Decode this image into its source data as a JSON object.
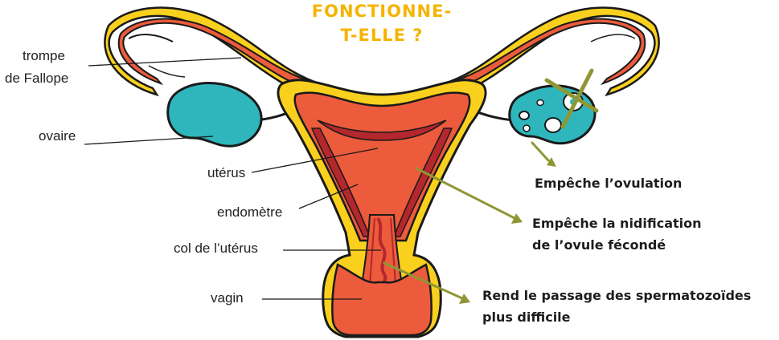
{
  "title": {
    "line1": "FONCTIONNE-",
    "line2": "T-ELLE ?"
  },
  "labels": {
    "trompe_line1": "trompe",
    "trompe_line2": "de Fallope",
    "ovaire": "ovaire",
    "uterus": "utérus",
    "endometre": "endomètre",
    "col": "col de l’utérus",
    "vagin": "vagin"
  },
  "effects": {
    "ovulation": "Empêche l’ovulation",
    "nidification_line1": "Empêche la nidification",
    "nidification_line2": "de l’ovule fécondé",
    "passage_line1": "Rend le passage des spermatozoïdes",
    "passage_line2": "plus difficile"
  },
  "colors": {
    "yellow": "#f9d01e",
    "orange_red": "#ec5b3c",
    "dark_red": "#b4272c",
    "teal": "#2fb6bd",
    "arrow": "#8f9735",
    "title": "#f4b400",
    "outline": "#1a1a1a"
  }
}
